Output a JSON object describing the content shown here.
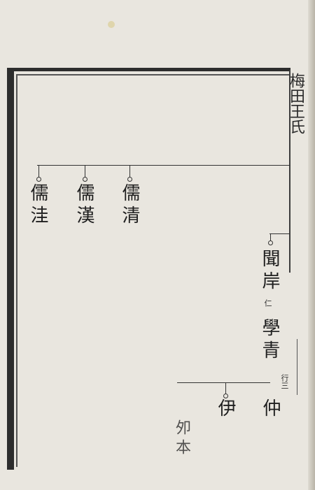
{
  "header": {
    "title": "梅田王氏"
  },
  "gen1": [
    {
      "name": "儒清"
    },
    {
      "name": "儒漢"
    },
    {
      "name": "儒洼"
    }
  ],
  "lineage": {
    "father": "聞岸",
    "note1": "仁",
    "son": "學青",
    "note2": "行三",
    "child1": "仲",
    "child2": "伊",
    "child3": "夘本"
  }
}
